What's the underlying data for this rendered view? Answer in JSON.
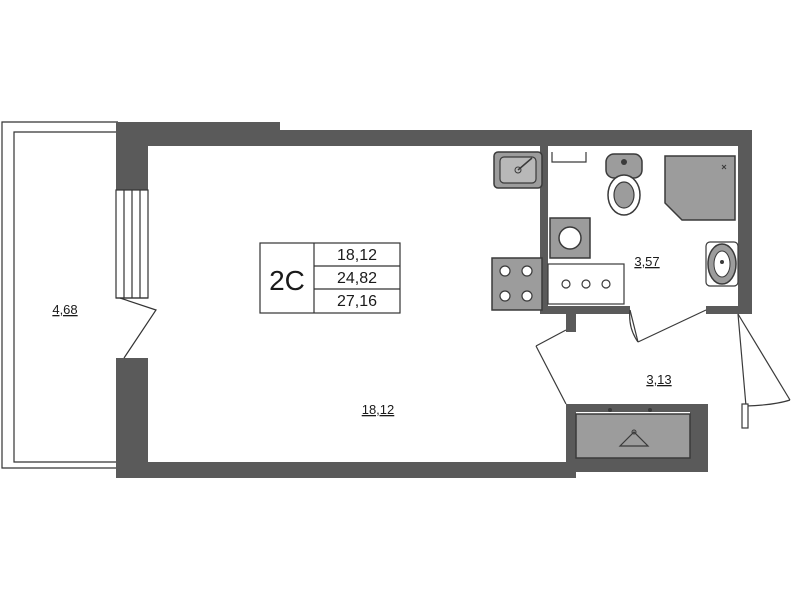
{
  "plan": {
    "legend": {
      "type": "2С",
      "values": [
        "18,12",
        "24,82",
        "27,16"
      ]
    },
    "rooms": {
      "balcony": "4,68",
      "living": "18,12",
      "bathroom": "3,57",
      "hallway": "3,13"
    },
    "colors": {
      "wall": "#5a5a5a",
      "fixture_fill": "#9c9c9c",
      "fixture_stroke": "#3a3a3a",
      "thin_line": "#333333",
      "background": "#ffffff"
    }
  }
}
